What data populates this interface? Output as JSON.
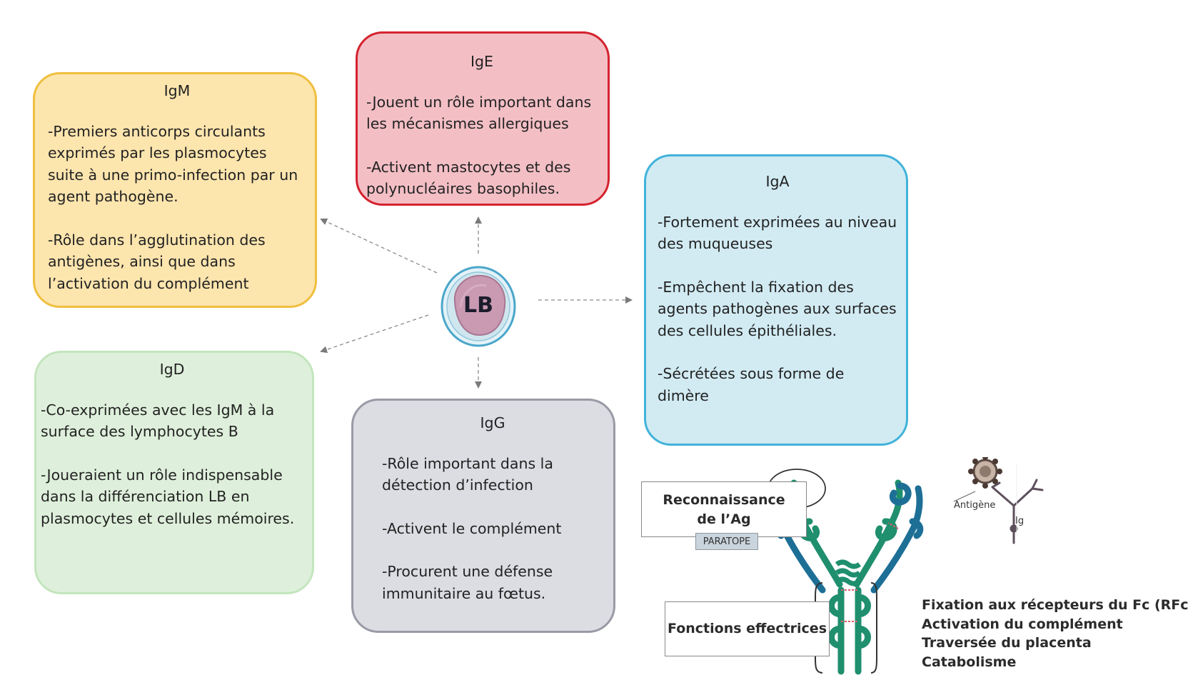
{
  "center_label": "LB",
  "boxes": {
    "igm": {
      "title": "IgM",
      "lines": [
        "-Premiers anticorps circulants exprimés par les plasmocytes suite à une primo-infection par un agent pathogène.",
        "-Rôle dans l’agglutination des antigènes, ainsi que dans l’activation du complément"
      ],
      "fill": "#fde5ae",
      "border": "#efbf3e"
    },
    "ige": {
      "title": "IgE",
      "lines": [
        "-Jouent un rôle important dans les mécanismes allergiques",
        "-Activent mastocytes et des polynucléaires basophiles."
      ],
      "fill": "#f3bfc5",
      "border": "#d4232e"
    },
    "iga": {
      "title": "IgA",
      "lines": [
        "-Fortement exprimées au niveau des muqueuses",
        "-Empêchent la fixation des agents pathogènes aux surfaces des cellules épithéliales.",
        "-Sécrétées sous forme de dimère"
      ],
      "fill": "#d2ebf3",
      "border": "#41b3d9"
    },
    "igd": {
      "title": "IgD",
      "lines": [
        "-Co-exprimées avec les IgM à la surface des lymphocytes B",
        "-Joueraient un rôle indispensable dans la différenciation LB en plasmocytes et cellules mémoires."
      ],
      "fill": "#def0db",
      "border": "#c3e5bd"
    },
    "igg": {
      "title": "IgG",
      "lines": [
        "-Rôle important dans la détection d’infection",
        "-Activent le complément",
        "-Procurent une défense immunitaire au fœtus."
      ],
      "fill": "#dcdde3",
      "border": "#9a9aa6"
    }
  },
  "antibody_figure": {
    "recognition_line1": "Reconnaissance",
    "recognition_line2": "de l’Ag",
    "paratope": "PARATOPE",
    "effector_functions": "Fonctions effectrices",
    "functions": [
      "Fixation aux récepteurs du Fc (RFc)",
      "Activation du complément",
      "Traversée du placenta",
      "Catabolisme"
    ],
    "antigen_label": "Antigène",
    "ig_label": "Ig"
  },
  "colors": {
    "heavy_chain": "#1f8f6e",
    "light_chain": "#1d6f96",
    "disulfide": "#e05a6a",
    "cell_membrane": "#4aa6c9",
    "cell_body": "#c99ab2"
  },
  "icons": [
    "lymphocyte-b-icon",
    "antibody-icon",
    "antigen-virus-icon"
  ]
}
